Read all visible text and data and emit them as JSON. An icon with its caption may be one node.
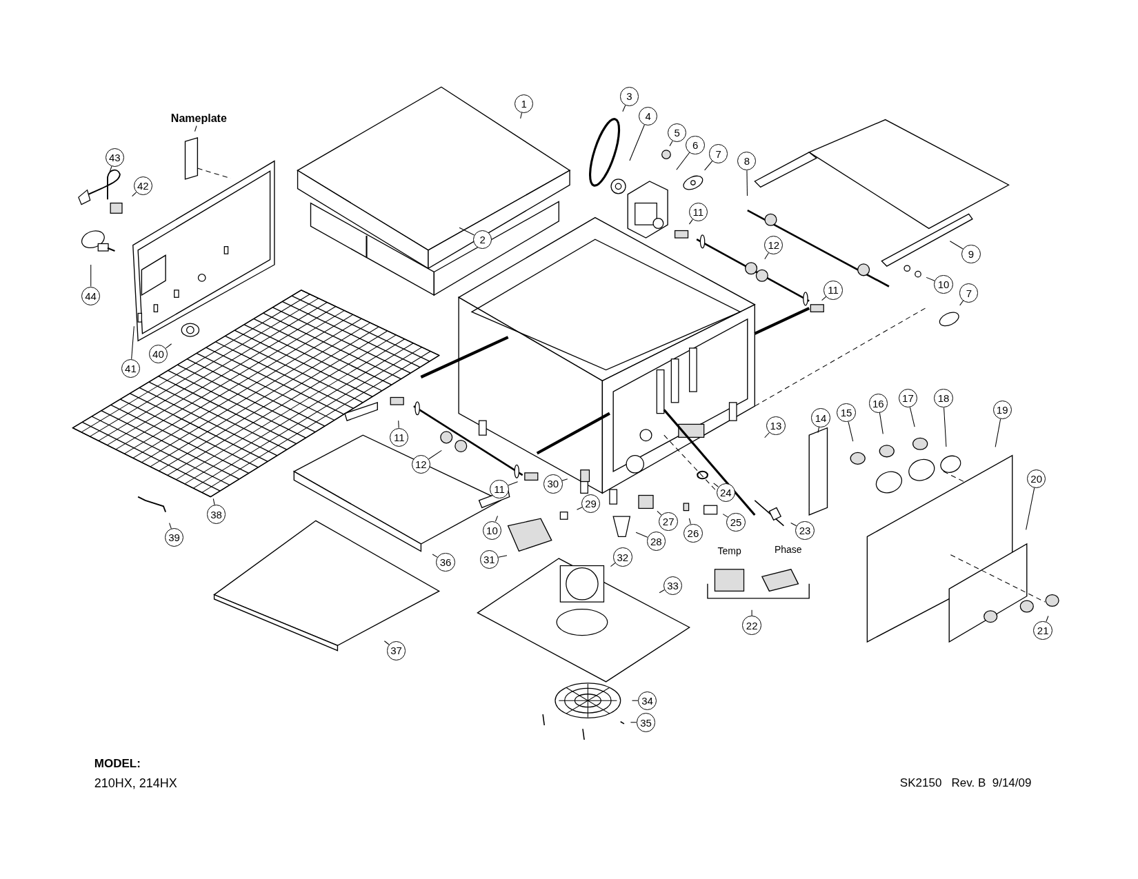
{
  "diagram": {
    "nodes": [
      {
        "text": [
          "3"
        ]
      },
      {
        "text": [
          "1"
        ]
      },
      {
        "text": [
          "Nameplate"
        ]
      },
      {
        "text": [
          "4"
        ]
      },
      {
        "text": [
          "5"
        ]
      },
      {
        "text": [
          "6"
        ]
      },
      {
        "text": [
          "7"
        ]
      },
      {
        "text": [
          "43"
        ]
      },
      {
        "text": [
          "8"
        ]
      },
      {
        "text": [
          "42"
        ]
      },
      {
        "text": [
          "11"
        ]
      },
      {
        "text": [
          "2"
        ]
      },
      {
        "text": [
          "12"
        ]
      },
      {
        "text": [
          "9"
        ]
      },
      {
        "text": [
          "11"
        ]
      },
      {
        "text": [
          "10"
        ]
      },
      {
        "text": [
          "7"
        ]
      },
      {
        "text": [
          "44"
        ]
      },
      {
        "text": [
          "40"
        ]
      },
      {
        "text": [
          "41"
        ]
      },
      {
        "text": [
          "15"
        ]
      },
      {
        "text": [
          "16"
        ]
      },
      {
        "text": [
          "17"
        ]
      },
      {
        "text": [
          "18"
        ]
      },
      {
        "text": [
          "19"
        ]
      },
      {
        "text": [
          "14"
        ]
      },
      {
        "text": [
          "13"
        ]
      },
      {
        "text": [
          "11"
        ]
      },
      {
        "text": [
          "12"
        ]
      },
      {
        "text": [
          "20"
        ]
      },
      {
        "text": [
          "11"
        ]
      },
      {
        "text": [
          "30"
        ]
      },
      {
        "text": [
          "24"
        ]
      },
      {
        "text": [
          "29"
        ]
      },
      {
        "text": [
          "38"
        ]
      },
      {
        "text": [
          "27"
        ]
      },
      {
        "text": [
          "25"
        ]
      },
      {
        "text": [
          "23"
        ]
      },
      {
        "text": [
          "10"
        ]
      },
      {
        "text": [
          "28"
        ]
      },
      {
        "text": [
          "26"
        ]
      },
      {
        "text": [
          "39"
        ]
      },
      {
        "text": [
          "32"
        ]
      },
      {
        "text": [
          "31"
        ]
      },
      {
        "text": [
          "36"
        ]
      },
      {
        "text": [
          "33"
        ]
      },
      {
        "text": [
          "22"
        ]
      },
      {
        "text": [
          "21"
        ]
      },
      {
        "text": [
          "37"
        ]
      },
      {
        "text": [
          "34"
        ]
      },
      {
        "text": [
          "35"
        ]
      }
    ],
    "edges": [
      {
        "from": 0,
        "to": null,
        "arrow": "none"
      },
      {
        "from": 1,
        "to": null,
        "arrow": "none"
      },
      {
        "from": 2,
        "to": null,
        "arrow": "none"
      },
      {
        "from": 3,
        "to": null,
        "arrow": "none"
      },
      {
        "from": 4,
        "to": null,
        "arrow": "none"
      },
      {
        "from": 5,
        "to": null,
        "arrow": "none"
      },
      {
        "from": 6,
        "to": null,
        "arrow": "none"
      },
      {
        "from": 7,
        "to": null,
        "arrow": "none"
      },
      {
        "from": 8,
        "to": null,
        "arrow": "none"
      },
      {
        "from": 9,
        "to": null,
        "arrow": "none"
      },
      {
        "from": 10,
        "to": null,
        "arrow": "none"
      },
      {
        "from": 11,
        "to": null,
        "arrow": "none"
      },
      {
        "from": 12,
        "to": null,
        "arrow": "none"
      },
      {
        "from": 13,
        "to": null,
        "arrow": "none"
      },
      {
        "from": 14,
        "to": null,
        "arrow": "none"
      },
      {
        "from": 15,
        "to": null,
        "arrow": "none"
      },
      {
        "from": 16,
        "to": null,
        "arrow": "none"
      },
      {
        "from": 17,
        "to": null,
        "arrow": "none"
      },
      {
        "from": 18,
        "to": null,
        "arrow": "none"
      },
      {
        "from": 19,
        "to": null,
        "arrow": "none"
      },
      {
        "from": 20,
        "to": null,
        "arrow": "none"
      },
      {
        "from": 21,
        "to": null,
        "arrow": "none"
      },
      {
        "from": 22,
        "to": null,
        "arrow": "none"
      },
      {
        "from": 23,
        "to": null,
        "arrow": "none"
      },
      {
        "from": 24,
        "to": null,
        "arrow": "none"
      },
      {
        "from": 25,
        "to": null,
        "arrow": "none"
      },
      {
        "from": 26,
        "to": null,
        "arrow": "none"
      },
      {
        "from": 27,
        "to": null,
        "arrow": "none"
      },
      {
        "from": 28,
        "to": null,
        "arrow": "none"
      },
      {
        "from": 29,
        "to": null,
        "arrow": "none"
      },
      {
        "from": 30,
        "to": null,
        "arrow": "none"
      },
      {
        "from": 31,
        "to": null,
        "arrow": "none"
      },
      {
        "from": 32,
        "to": null,
        "arrow": "none"
      },
      {
        "from": 33,
        "to": null,
        "arrow": "none"
      },
      {
        "from": 34,
        "to": null,
        "arrow": "none"
      },
      {
        "from": 35,
        "to": null,
        "arrow": "none"
      },
      {
        "from": 36,
        "to": null,
        "arrow": "none"
      },
      {
        "from": 37,
        "to": null,
        "arrow": "none"
      },
      {
        "from": 38,
        "to": null,
        "arrow": "none"
      },
      {
        "from": 39,
        "to": null,
        "arrow": "none"
      },
      {
        "from": 40,
        "to": null,
        "arrow": "none"
      },
      {
        "from": 41,
        "to": null,
        "arrow": "none"
      },
      {
        "from": 42,
        "to": null,
        "arrow": "none"
      },
      {
        "from": 43,
        "to": null,
        "arrow": "none"
      },
      {
        "from": 44,
        "to": null,
        "arrow": "none"
      },
      {
        "from": 45,
        "to": null,
        "arrow": "none"
      },
      {
        "from": 46,
        "to": null,
        "arrow": "none"
      },
      {
        "from": 47,
        "to": null,
        "arrow": "none"
      },
      {
        "from": 48,
        "to": null,
        "arrow": "none"
      },
      {
        "from": 49,
        "to": null,
        "arrow": "none"
      },
      {
        "from": 50,
        "to": null,
        "arrow": "none"
      }
    ],
    "labels": [
      "Temp",
      "Phase",
      "MODEL:",
      "210HX, 214HX",
      "SK2150   Rev. B  9/14/09"
    ]
  }
}
